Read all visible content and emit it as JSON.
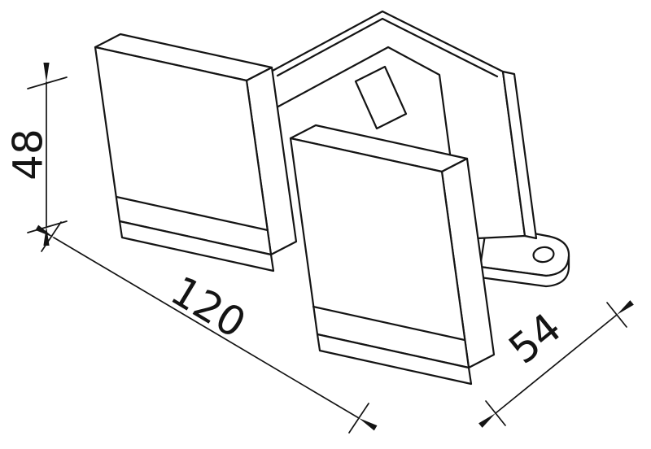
{
  "drawing": {
    "kind": "isometric technical drawing of a glass clamp fitting",
    "colors": {
      "line": "#141414",
      "background": "#ffffff"
    },
    "dimensions": {
      "height": {
        "value": "48"
      },
      "length": {
        "value": "120"
      },
      "depth": {
        "value": "54"
      }
    }
  }
}
